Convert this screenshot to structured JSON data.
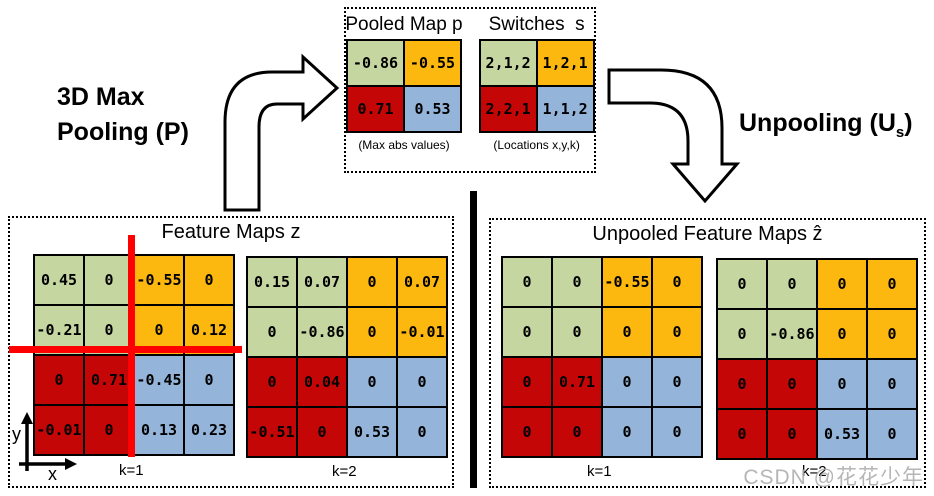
{
  "colors": {
    "green": "#c6d6a0",
    "orange": "#fcb80e",
    "red": "#c40606",
    "blue": "#94b4d9",
    "red_line": "#fe0000",
    "divider": "#000000"
  },
  "quadrants": {
    "tl": "green",
    "tr": "orange",
    "bl": "red",
    "br": "blue"
  },
  "pooling_label": {
    "line1": "3D Max",
    "line2": "Pooling (P)"
  },
  "unpooling_label": {
    "prefix": "Unpooling (U",
    "subscript": "s",
    "suffix": ")"
  },
  "pooled_panel": {
    "pooled": {
      "title": "Pooled Map p",
      "caption": "(Max abs values)",
      "rows": [
        [
          "-0.86",
          "-0.55"
        ],
        [
          "0.71",
          "0.53"
        ]
      ]
    },
    "switches": {
      "title": "Switches  s",
      "caption": "(Locations x,y,k)",
      "rows": [
        [
          "2,1,2",
          "1,2,1"
        ],
        [
          "2,2,1",
          "1,1,2"
        ]
      ]
    }
  },
  "feature_maps": {
    "title": "Feature Maps z",
    "grid_k1": {
      "label": "k=1",
      "rows": [
        [
          "0.45",
          "0",
          "-0.55",
          "0"
        ],
        [
          "-0.21",
          "0",
          "0",
          "0.12"
        ],
        [
          "0",
          "0.71",
          "-0.45",
          "0"
        ],
        [
          "-0.01",
          "0",
          "0.13",
          "0.23"
        ]
      ]
    },
    "grid_k2": {
      "label": "k=2",
      "rows": [
        [
          "0.15",
          "0.07",
          "0",
          "0.07"
        ],
        [
          "0",
          "-0.86",
          "0",
          "-0.01"
        ],
        [
          "0",
          "0.04",
          "0",
          "0"
        ],
        [
          "-0.51",
          "0",
          "0.53",
          "0"
        ]
      ]
    },
    "axis": {
      "x": "x",
      "y": "y"
    }
  },
  "unpooled_maps": {
    "title": "Unpooled Feature Maps ẑ",
    "grid_k1": {
      "label": "k=1",
      "rows": [
        [
          "0",
          "0",
          "-0.55",
          "0"
        ],
        [
          "0",
          "0",
          "0",
          "0"
        ],
        [
          "0",
          "0.71",
          "0",
          "0"
        ],
        [
          "0",
          "0",
          "0",
          "0"
        ]
      ]
    },
    "grid_k2": {
      "label": "k=2",
      "rows": [
        [
          "0",
          "0",
          "0",
          "0"
        ],
        [
          "0",
          "-0.86",
          "0",
          "0"
        ],
        [
          "0",
          "0",
          "0",
          "0"
        ],
        [
          "0",
          "0",
          "0.53",
          "0"
        ]
      ]
    }
  },
  "watermark": "CSDN @花花少年"
}
